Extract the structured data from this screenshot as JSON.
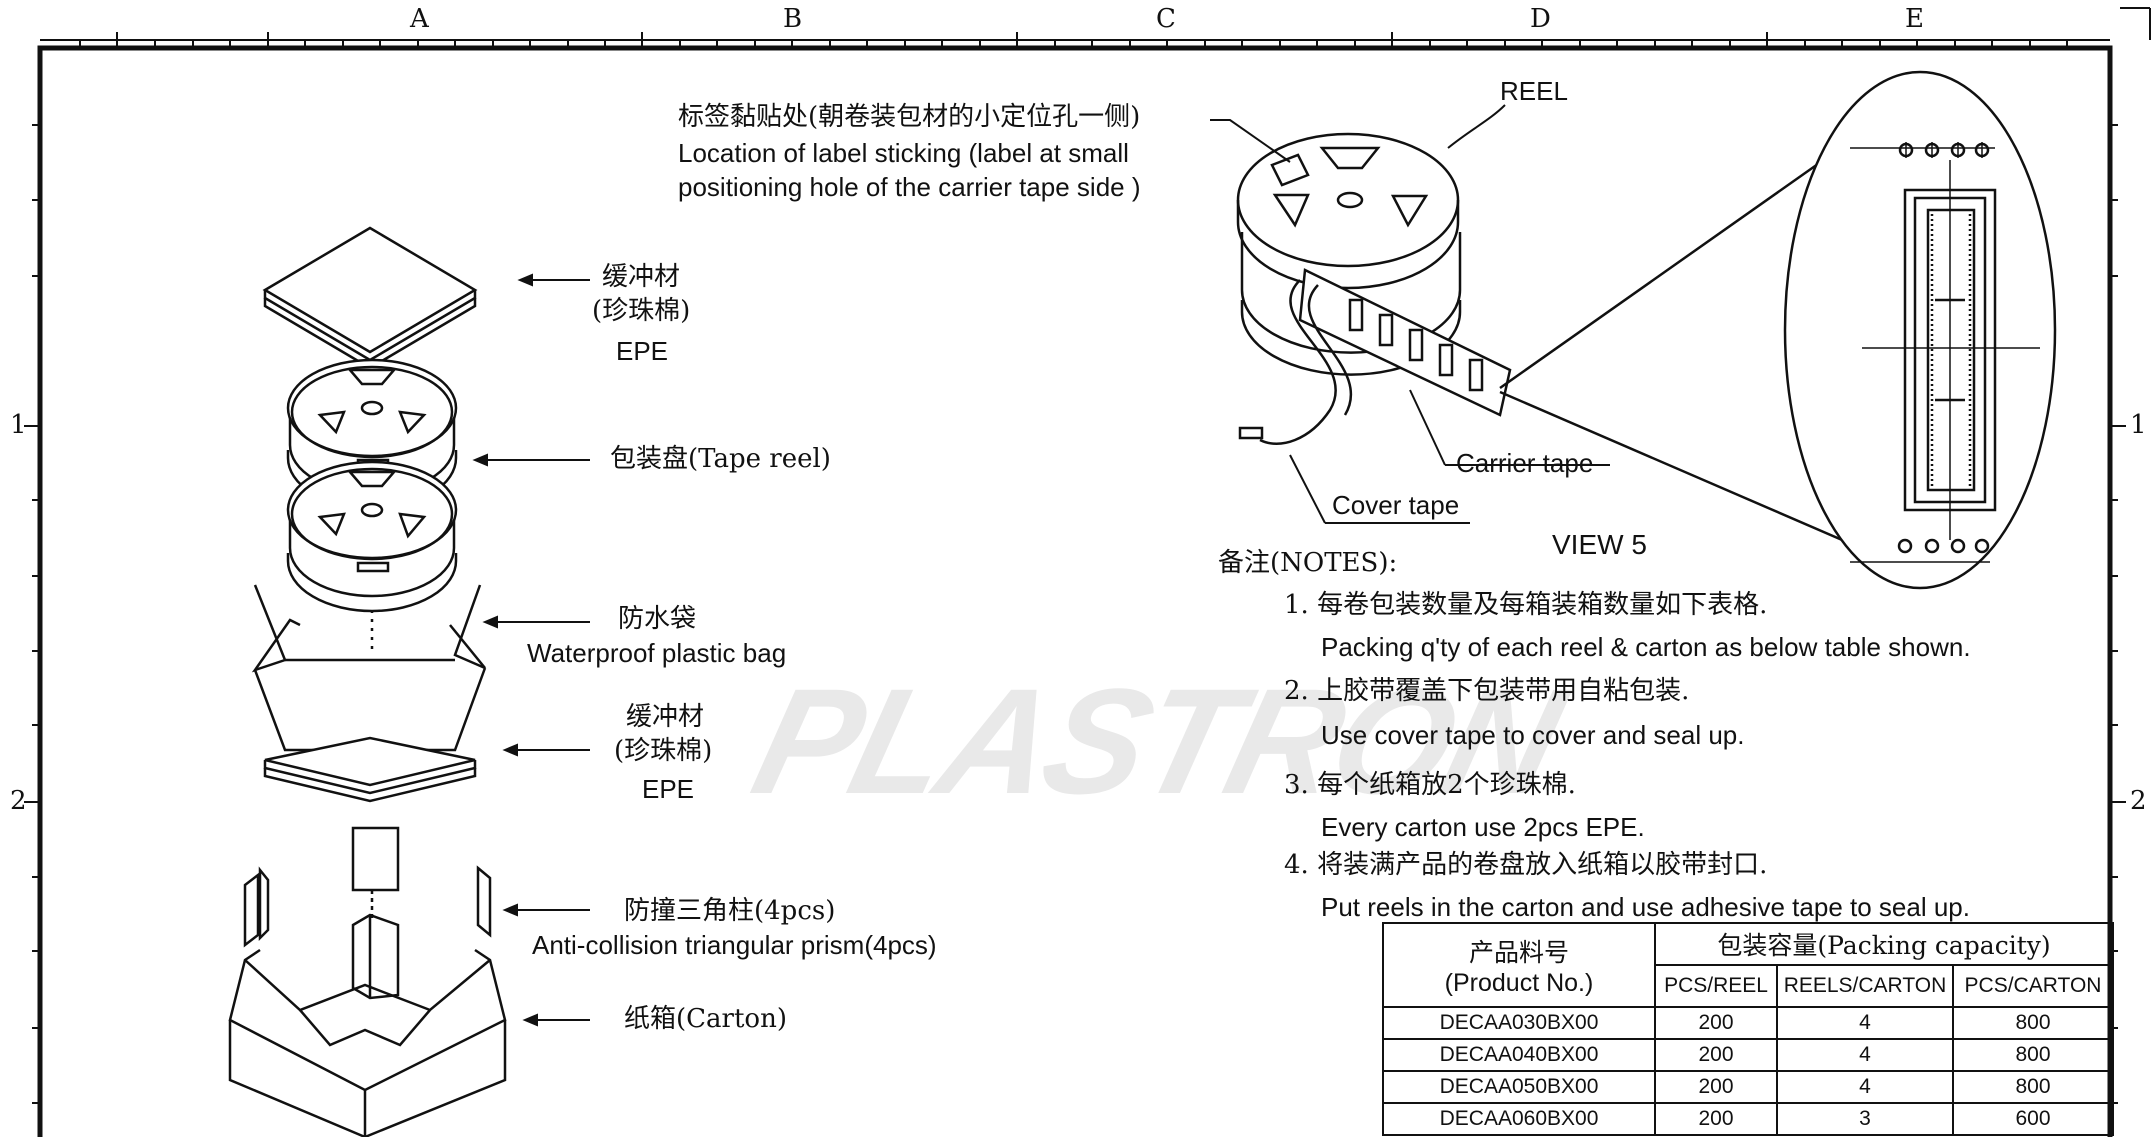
{
  "border": {
    "columns": [
      "A",
      "B",
      "C",
      "D",
      "E"
    ],
    "rows": [
      "1",
      "2"
    ]
  },
  "callouts": {
    "label_location": {
      "cn": "标签黏贴处(朝卷装包材的小定位孔一侧)",
      "en_line1": "Location of label sticking (label at small",
      "en_line2": "positioning hole of the carrier tape side )"
    },
    "reel": "REEL",
    "carrier_tape": "Carrier tape",
    "cover_tape": "Cover tape",
    "view": "VIEW 5",
    "epe_top": {
      "cn1": "缓冲材",
      "cn2": "(珍珠棉)",
      "en": "EPE"
    },
    "tape_reel": "包装盘(Tape reel)",
    "waterproof": {
      "cn": "防水袋",
      "en": "Waterproof plastic bag"
    },
    "epe_bottom": {
      "cn1": "缓冲材",
      "cn2": "(珍珠棉)",
      "en": "EPE"
    },
    "prism": {
      "cn": "防撞三角柱(4pcs)",
      "en": "Anti-collision triangular prism(4pcs)"
    },
    "carton": "纸箱(Carton)"
  },
  "notes": {
    "title": "备注(NOTES):",
    "items": [
      {
        "cn": "1. 每卷包装数量及每箱装箱数量如下表格.",
        "en": "Packing q'ty of each reel & carton as below table shown."
      },
      {
        "cn": "2. 上胶带覆盖下包装带用自粘包装.",
        "en": "Use cover tape to cover and seal up."
      },
      {
        "cn": "3. 每个纸箱放2个珍珠棉.",
        "en": "Every carton use 2pcs EPE."
      },
      {
        "cn": "4. 将装满产品的卷盘放入纸箱以胶带封口.",
        "en": "Put reels in the carton and use adhesive tape to seal up."
      }
    ]
  },
  "table": {
    "product_header_cn": "产品料号",
    "product_header_en": "(Product No.)",
    "capacity_header": "包装容量(Packing capacity)",
    "columns": [
      "PCS/REEL",
      "REELS/CARTON",
      "PCS/CARTON"
    ],
    "rows": [
      [
        "DECAA030BX00",
        "200",
        "4",
        "800"
      ],
      [
        "DECAA040BX00",
        "200",
        "4",
        "800"
      ],
      [
        "DECAA050BX00",
        "200",
        "4",
        "800"
      ],
      [
        "DECAA060BX00",
        "200",
        "3",
        "600"
      ]
    ]
  },
  "watermark": "PLASTRON"
}
